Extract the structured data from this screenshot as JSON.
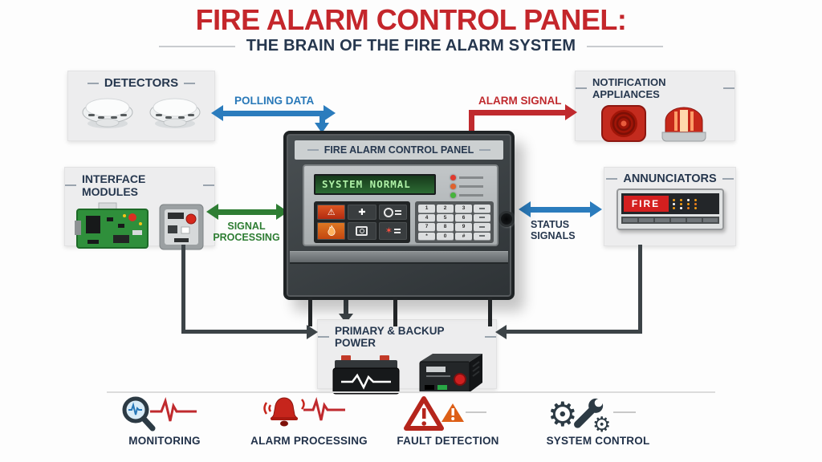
{
  "title": {
    "main": "FIRE ALARM CONTROL PANEL:",
    "sub": "THE BRAIN OF THE FIRE ALARM SYSTEM"
  },
  "boxes": {
    "detectors": {
      "label": "DETECTORS"
    },
    "notification_appliances": {
      "label": "NOTIFICATION APPLIANCES"
    },
    "interface_modules": {
      "label": "INTERFACE MODULES"
    },
    "annunciators": {
      "label": "ANNUNCIATORS",
      "display_text": "FIRE"
    },
    "power": {
      "label": "PRIMARY & BACKUP POWER"
    }
  },
  "panel": {
    "header": "FIRE ALARM CONTROL PANEL",
    "lcd_text": "SYSTEM NORMAL",
    "led_colors": [
      "#e03a2e",
      "#e0622e",
      "#46b43c"
    ],
    "keys": [
      "1",
      "2",
      "3",
      "",
      "4",
      "5",
      "6",
      "",
      "7",
      "8",
      "9",
      "",
      "*",
      "0",
      "#",
      ""
    ]
  },
  "arrows": {
    "polling": {
      "label": "POLLING DATA",
      "color": "#2b7cbd"
    },
    "alarm": {
      "label": "ALARM SIGNAL",
      "color": "#c02a2e"
    },
    "signal_processing": {
      "line1": "SIGNAL",
      "line2": "PROCESSING",
      "color": "#2e7d33"
    },
    "status_signals": {
      "line1": "STATUS",
      "line2": "SIGNALS",
      "color": "#2b7cbd"
    }
  },
  "footer": {
    "items": [
      {
        "label": "MONITORING"
      },
      {
        "label": "ALARM PROCESSING"
      },
      {
        "label": "FAULT DETECTION"
      },
      {
        "label": "SYSTEM CONTROL"
      }
    ]
  },
  "colors": {
    "title_red": "#c4262b",
    "navy": "#26374e",
    "connector": "#3c4347"
  }
}
